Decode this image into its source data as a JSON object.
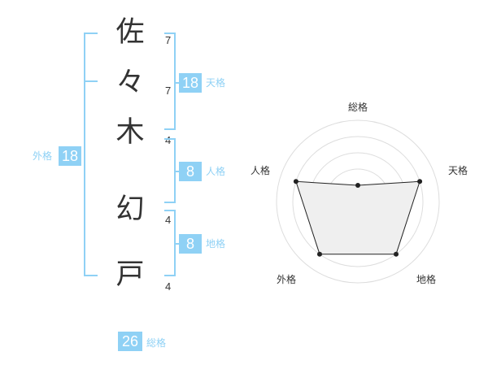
{
  "name_chars": [
    {
      "char": "佐",
      "strokes": "7"
    },
    {
      "char": "々",
      "strokes": "7"
    },
    {
      "char": "木",
      "strokes": "4"
    },
    {
      "char": "幻",
      "strokes": "4"
    },
    {
      "char": "戸",
      "strokes": "4"
    }
  ],
  "kakusu": {
    "tenkaku": {
      "value": "18",
      "label": "天格"
    },
    "jinkaku": {
      "value": "8",
      "label": "人格"
    },
    "chikaku": {
      "value": "8",
      "label": "地格"
    },
    "gaikaku": {
      "value": "18",
      "label": "外格"
    },
    "soukaku": {
      "value": "26",
      "label": "総格"
    }
  },
  "radar": {
    "labels": {
      "top": "総格",
      "right": "天格",
      "bottom_right": "地格",
      "bottom_left": "外格",
      "left": "人格"
    },
    "levels_shown": [
      0.2,
      0.8,
      0.8,
      0.8,
      0.8
    ],
    "accent_color": "#8fd1f5"
  }
}
